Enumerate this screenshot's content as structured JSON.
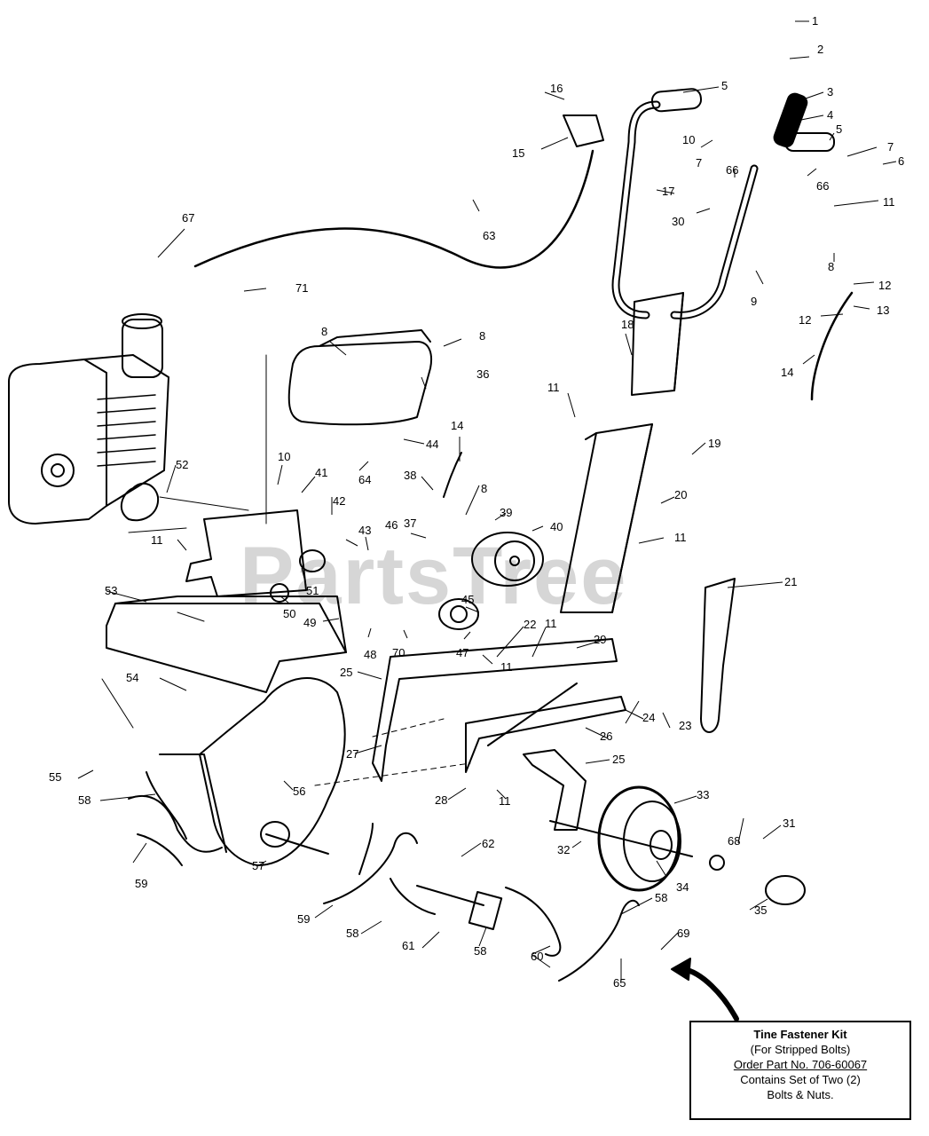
{
  "watermark": "PartsTree",
  "callouts": [
    {
      "label": "1"
    },
    {
      "label": "2"
    },
    {
      "label": "3"
    },
    {
      "label": "4"
    },
    {
      "label": "5"
    },
    {
      "label": "5"
    },
    {
      "label": "6"
    },
    {
      "label": "7"
    },
    {
      "label": "7"
    },
    {
      "label": "66"
    },
    {
      "label": "66"
    },
    {
      "label": "10"
    },
    {
      "label": "16"
    },
    {
      "label": "15"
    },
    {
      "label": "17"
    },
    {
      "label": "30"
    },
    {
      "label": "11"
    },
    {
      "label": "8"
    },
    {
      "label": "9"
    },
    {
      "label": "12"
    },
    {
      "label": "12"
    },
    {
      "label": "13"
    },
    {
      "label": "14"
    },
    {
      "label": "63"
    },
    {
      "label": "67"
    },
    {
      "label": "71"
    },
    {
      "label": "8"
    },
    {
      "label": "8"
    },
    {
      "label": "36"
    },
    {
      "label": "18"
    },
    {
      "label": "11"
    },
    {
      "label": "19"
    },
    {
      "label": "44"
    },
    {
      "label": "64"
    },
    {
      "label": "14"
    },
    {
      "label": "38"
    },
    {
      "label": "8"
    },
    {
      "label": "10"
    },
    {
      "label": "41"
    },
    {
      "label": "42"
    },
    {
      "label": "52"
    },
    {
      "label": "39"
    },
    {
      "label": "40"
    },
    {
      "label": "37"
    },
    {
      "label": "43"
    },
    {
      "label": "46"
    },
    {
      "label": "20"
    },
    {
      "label": "11"
    },
    {
      "label": "11"
    },
    {
      "label": "51"
    },
    {
      "label": "53"
    },
    {
      "label": "50"
    },
    {
      "label": "49"
    },
    {
      "label": "45"
    },
    {
      "label": "48"
    },
    {
      "label": "70"
    },
    {
      "label": "47"
    },
    {
      "label": "21"
    },
    {
      "label": "22"
    },
    {
      "label": "11"
    },
    {
      "label": "29"
    },
    {
      "label": "25"
    },
    {
      "label": "11"
    },
    {
      "label": "54"
    },
    {
      "label": "27"
    },
    {
      "label": "26"
    },
    {
      "label": "24"
    },
    {
      "label": "23"
    },
    {
      "label": "25"
    },
    {
      "label": "55"
    },
    {
      "label": "56"
    },
    {
      "label": "58"
    },
    {
      "label": "28"
    },
    {
      "label": "11"
    },
    {
      "label": "33"
    },
    {
      "label": "68"
    },
    {
      "label": "31"
    },
    {
      "label": "59"
    },
    {
      "label": "57"
    },
    {
      "label": "32"
    },
    {
      "label": "62"
    },
    {
      "label": "34"
    },
    {
      "label": "35"
    },
    {
      "label": "58"
    },
    {
      "label": "59"
    },
    {
      "label": "58"
    },
    {
      "label": "60"
    },
    {
      "label": "61"
    },
    {
      "label": "58"
    },
    {
      "label": "69"
    },
    {
      "label": "65"
    }
  ],
  "note": {
    "title": "Tine Fastener Kit",
    "subtitle": "(For Stripped Bolts)",
    "order": "Order Part No. 706-60067",
    "line1": "Contains Set of Two (2)",
    "line2": "Bolts & Nuts."
  }
}
